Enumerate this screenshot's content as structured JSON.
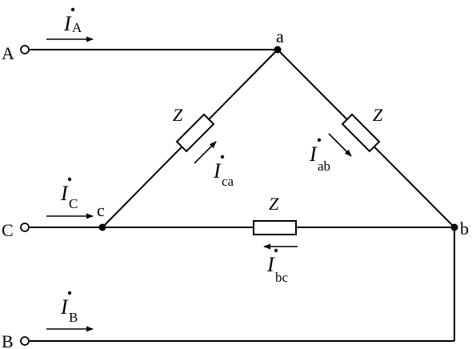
{
  "terminals": {
    "A": "A",
    "B": "B",
    "C": "C"
  },
  "nodes": {
    "a": "a",
    "b": "b",
    "c": "c"
  },
  "impedance": "Z",
  "currents": {
    "IA": {
      "symbol": "I",
      "sub": "A"
    },
    "IB": {
      "symbol": "I",
      "sub": "B"
    },
    "IC": {
      "symbol": "I",
      "sub": "C"
    },
    "Iab": {
      "symbol": "I",
      "sub": "ab"
    },
    "Ibc": {
      "symbol": "I",
      "sub": "bc"
    },
    "Ica": {
      "symbol": "I",
      "sub": "ca"
    }
  }
}
